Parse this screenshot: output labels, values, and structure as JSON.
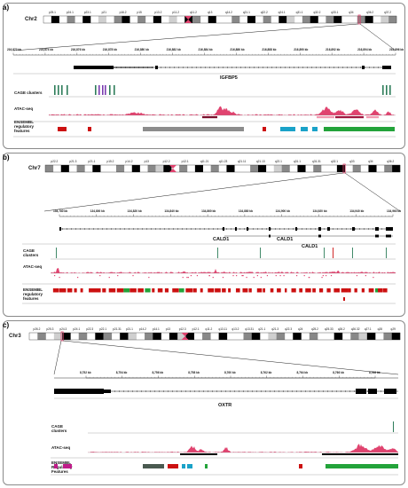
{
  "panels": [
    {
      "label": "a)",
      "chromosome": "Chr2",
      "bands": [
        "p25.1",
        "p24.1",
        "p23.1",
        "p21",
        "p16.2",
        "p15",
        "p13.2",
        "p11.2",
        "q11.2",
        "q13",
        "q14.2",
        "q21.1",
        "q22.2",
        "q24.1",
        "q31.1",
        "q32.2",
        "q33.1",
        "q34",
        "q36.2",
        "q37.2"
      ],
      "coords": [
        "216,872 kb",
        "216,874 kb",
        "216,876 kb",
        "216,878 kb",
        "216,880 kb",
        "216,882 kb",
        "216,884 kb",
        "216,886 kb",
        "216,888 kb",
        "216,890 kb",
        "216,892 kb",
        "216,894 kb",
        "216,896 kb"
      ],
      "gene_labels": [
        "IGFBP5"
      ],
      "tracks": {
        "cage": "CAGE clusters",
        "atac": "ATAC-seq",
        "ensembl": "ENSEMBL regulatory features"
      }
    },
    {
      "label": "b)",
      "chromosome": "Chr7",
      "bands": [
        "p22.2",
        "p21.3",
        "p21.1",
        "p15.2",
        "p14.2",
        "p13",
        "p12.2",
        "p12.1",
        "q11.21",
        "q11.23",
        "q21.11",
        "q21.13",
        "q22.1",
        "q31.1",
        "q31.31",
        "q32.1",
        "q33",
        "q34",
        "q36.2"
      ],
      "coords": [
        "134,780 kb",
        "134,800 kb",
        "134,820 kb",
        "134,840 kb",
        "134,860 kb",
        "134,880 kb",
        "134,900 kb",
        "134,920 kb",
        "134,940 kb",
        "134,960 kb"
      ],
      "gene_labels": [
        "CALD1",
        "CALD1",
        "CALD1"
      ],
      "tracks": {
        "cage": "CAGE clusters",
        "atac": "ATAC-seq",
        "ensembl": "ENSEMBL regulatory features"
      }
    },
    {
      "label": "c)",
      "chromosome": "Chr3",
      "bands": [
        "p26.2",
        "p25.3",
        "p24.3",
        "p24.1",
        "p22.3",
        "p22.1",
        "p21.31",
        "p21.1",
        "p14.2",
        "p14.1",
        "p13",
        "p12.3",
        "p12.1",
        "q11.2",
        "q13.11",
        "q13.2",
        "q13.31",
        "q21.1",
        "q21.3",
        "q22.3",
        "q24",
        "q25.2",
        "q25.33",
        "q26.2",
        "q26.32",
        "q27.1",
        "q28",
        "q29"
      ],
      "coords": [
        "8,752 kb",
        "8,754 kb",
        "8,756 kb",
        "8,758 kb",
        "8,760 kb",
        "8,762 kb",
        "8,764 kb",
        "8,766 kb",
        "8,768 kb"
      ],
      "gene_labels": [
        "OXTR"
      ],
      "tracks": {
        "cage": "CAGE clusters",
        "atac": "ATAC-seq",
        "ensembl": "ENSEMBL Regulatory Features"
      }
    }
  ],
  "colors": {
    "atac": "#e0436f",
    "atac_light": "#f39ab1",
    "cage_green": "#2e7d5a",
    "cage_purple": "#7a3db0",
    "ens_red": "#cc1111",
    "ens_gray": "#8c8c8c",
    "ens_teal": "#1aa2c8",
    "ens_green": "#23a33a",
    "ens_magenta": "#c01c8a",
    "ens_darkgray": "#4a5a50",
    "centromere": "#e0436f",
    "highlight": "#e0436f"
  }
}
